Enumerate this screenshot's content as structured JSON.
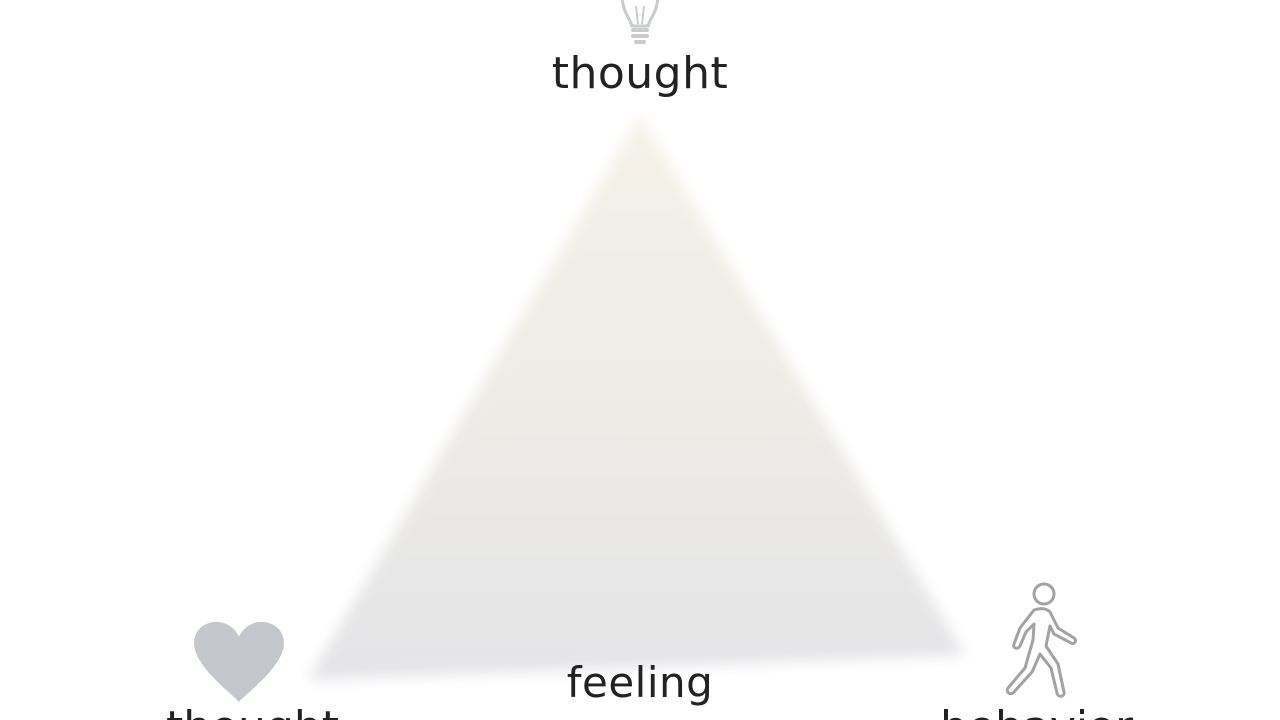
{
  "diagram": {
    "top_label": "thought",
    "center_label": "feeling",
    "bottom_left_label": "thought",
    "bottom_right_label": "behavior",
    "icons": {
      "top": "lightbulb-icon",
      "bottom_left": "heart-icon",
      "bottom_right": "walking-person-icon"
    }
  },
  "colors": {
    "background": "#ffffff",
    "triangle_top": "#f3f0e6",
    "triangle_bottom": "#e6e6e8",
    "icon_gray": "#c4c7cb",
    "icon_outline": "#9b9b9b",
    "text": "#222222"
  }
}
